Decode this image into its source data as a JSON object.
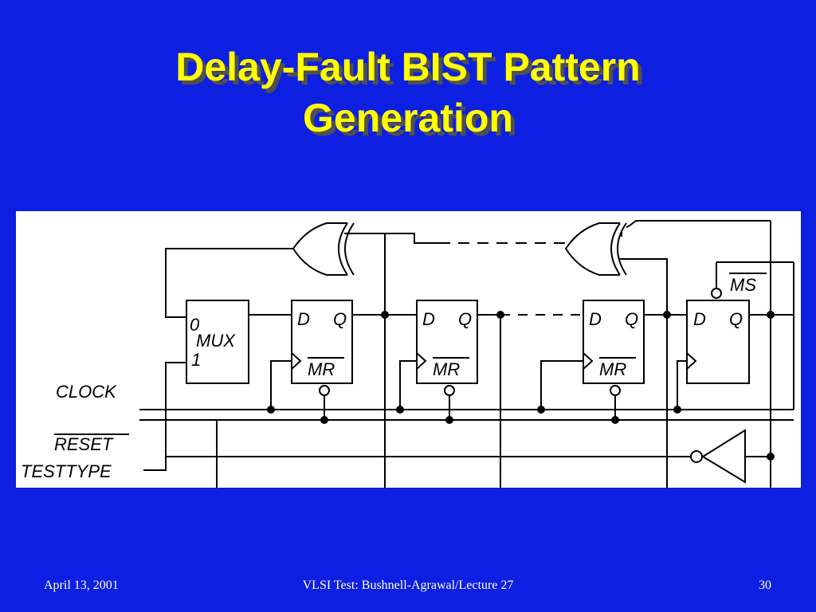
{
  "slide": {
    "title_line1": "Delay-Fault BIST Pattern",
    "title_line2": "Generation"
  },
  "diagram": {
    "inputs": {
      "clock": "CLOCK",
      "reset": "RESET",
      "testtype": "TESTTYPE"
    },
    "mux": {
      "label": "MUX",
      "input0": "0",
      "input1": "1"
    },
    "flipflop": {
      "d": "D",
      "q": "Q",
      "mr": "MR",
      "ms": "MS"
    }
  },
  "footer": {
    "date": "April 13, 2001",
    "center": "VLSI Test: Bushnell-Agrawal/Lecture 27",
    "page": "30"
  },
  "colors": {
    "background": "#0d1fe0",
    "title": "#ffff00",
    "title_shadow": "#505050",
    "footer_text": "#ffffff"
  }
}
